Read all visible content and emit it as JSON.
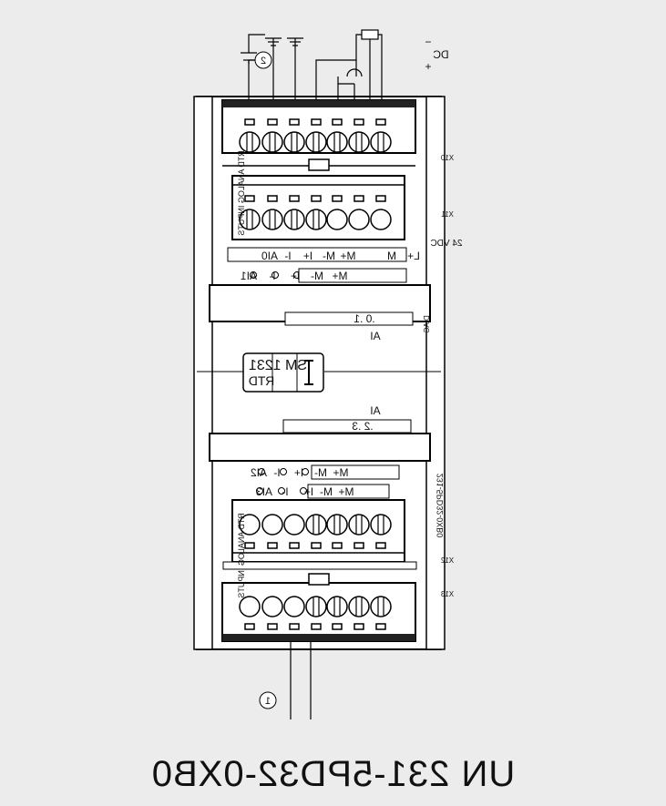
{
  "diagram": {
    "caption": "UN 231-5PD32-0XB0",
    "module_name": "SM 1231",
    "module_type": "RTD",
    "part_number_side": "231-5PD32-0XB0",
    "side_label_top": "RTD ANALOG INPUTS",
    "side_label_bottom": "RTD ANALOG INPUTS",
    "callouts": [
      "1",
      "2"
    ],
    "power": {
      "label": "24 VDC",
      "symbol": "DC",
      "plus": "+",
      "minus": "−"
    },
    "connectors": {
      "x10": "X10",
      "x11": "X11",
      "x12": "X12",
      "x13": "X13"
    },
    "channels": {
      "ai0": {
        "name": "AI0",
        "terms": [
          "I-",
          "I+",
          "M-",
          "M+"
        ]
      },
      "ai1": {
        "name": "AI1",
        "terms": [
          "I-",
          "I+",
          "M-",
          "M+"
        ]
      },
      "ai2": {
        "name": "AI2",
        "terms": [
          "I-",
          "I+",
          "M-",
          "M+"
        ]
      },
      "ai3": {
        "name": "AI3",
        "terms": [
          "I-",
          "I+",
          "M-",
          "M+"
        ]
      }
    },
    "power_terms": [
      "L+",
      "M"
    ],
    "led_groups": {
      "top": {
        "label": "AI",
        "range": ".0 .1"
      },
      "bottom": {
        "label": "AI",
        "range": ".2 .3"
      }
    },
    "diag": "DIAG"
  }
}
